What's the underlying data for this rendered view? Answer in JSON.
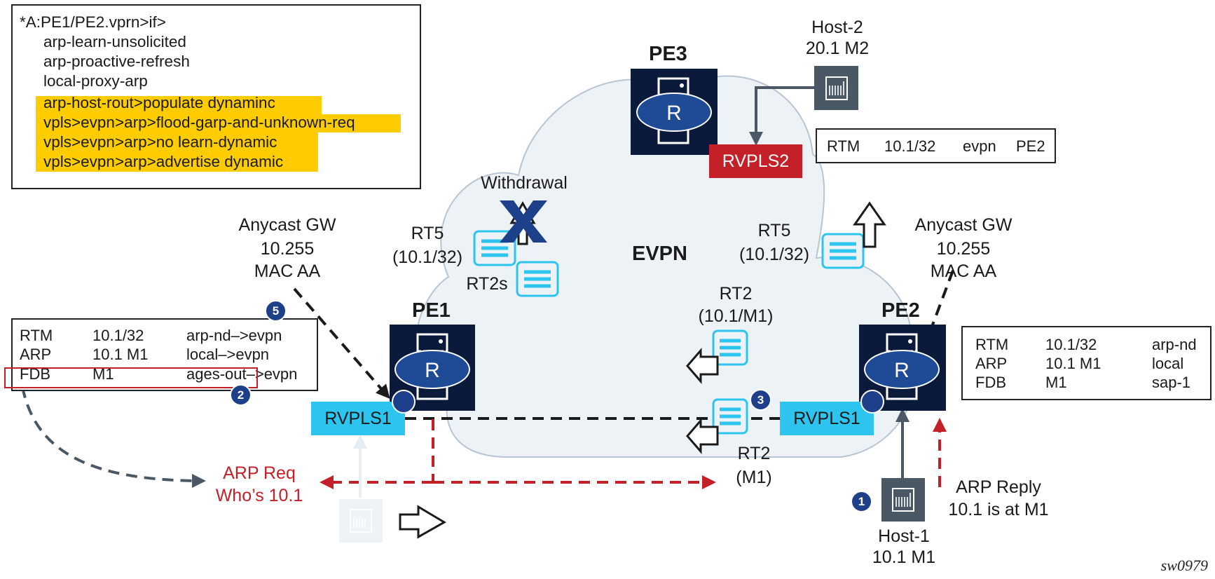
{
  "config_box": {
    "prompt": "*A:PE1/PE2.vprn>if>",
    "lines": [
      {
        "text": "arp-learn-unsolicited",
        "highlighted": false
      },
      {
        "text": "arp-proactive-refresh",
        "highlighted": false
      },
      {
        "text": "local-proxy-arp",
        "highlighted": false
      },
      {
        "text": "arp-host-rout>populate dynaminc",
        "highlighted": true
      },
      {
        "text": "vpls>evpn>arp>flood-garp-and-unknown-req",
        "highlighted": true
      },
      {
        "text": "vpls>evpn>arp>no learn-dynamic",
        "highlighted": true
      },
      {
        "text": "vpls>evpn>arp>advertise dynamic",
        "highlighted": true
      }
    ],
    "highlight_color": "#ffcc00"
  },
  "pe1_table": {
    "rows": [
      [
        "RTM",
        "10.1/32",
        "arp-nd–>evpn"
      ],
      [
        "ARP",
        "10.1 M1",
        "local–>evpn"
      ],
      [
        "FDB",
        "M1",
        "ages-out–>evpn"
      ]
    ],
    "highlighted_row": 2
  },
  "pe2_table": {
    "rows": [
      [
        "RTM",
        "10.1/32",
        "arp-nd"
      ],
      [
        "ARP",
        "10.1 M1",
        "local"
      ],
      [
        "FDB",
        "M1",
        "sap-1"
      ]
    ]
  },
  "pe3_table": {
    "rows": [
      [
        "RTM",
        "10.1/32",
        "evpn",
        "PE2"
      ]
    ]
  },
  "routers": {
    "pe1": {
      "name": "PE1",
      "glyph": "R"
    },
    "pe2": {
      "name": "PE2",
      "glyph": "R"
    },
    "pe3": {
      "name": "PE3",
      "glyph": "R"
    }
  },
  "interfaces": {
    "pe1_rvpls": "RVPLS1",
    "pe2_rvpls": "RVPLS1",
    "pe3_rvpls": "RVPLS2"
  },
  "cloud_label": "EVPN",
  "hosts": {
    "host1": {
      "line1": "Host-1",
      "line2": "10.1 M1"
    },
    "host2": {
      "line1": "Host-2",
      "line2": "20.1 M2"
    }
  },
  "anycast_left": {
    "line1": "Anycast GW",
    "line2": "10.255",
    "line3": "MAC AA"
  },
  "anycast_right": {
    "line1": "Anycast GW",
    "line2": "10.255",
    "line3": "MAC AA"
  },
  "routes": {
    "withdrawal": "Withdrawal",
    "rt5_left": {
      "line1": "RT5",
      "line2": "(10.1/32)"
    },
    "rt2s": "RT2s",
    "rt5_right": {
      "line1": "RT5",
      "line2": "(10.1/32)"
    },
    "rt2_mid": {
      "line1": "RT2",
      "line2": "(10.1/M1)"
    },
    "rt2_low": {
      "line1": "RT2",
      "line2": "(M1)"
    }
  },
  "arp_req": {
    "line1": "ARP Req",
    "line2": "Who’s 10.1"
  },
  "arp_reply": {
    "line1": "ARP Reply",
    "line2": "10.1 is at M1"
  },
  "steps": {
    "s1": "1",
    "s2": "2",
    "s3": "3",
    "s5": "5"
  },
  "figure_id": "sw0979",
  "colors": {
    "router_bg": "#0b1a3a",
    "router_ellipse": "#1f4a96",
    "rvpls1": "#2ec4f0",
    "rvpls2": "#c42027",
    "cloud_fill": "#edf2f7",
    "cloud_stroke": "#b7c4d3",
    "host": "#4a5866",
    "arp_red": "#c42027",
    "badge": "#1e3f8a"
  }
}
